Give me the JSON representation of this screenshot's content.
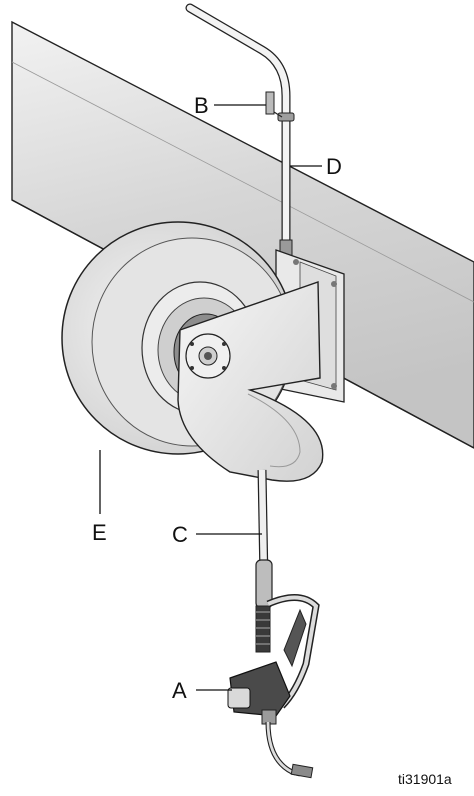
{
  "figure": {
    "id": "ti31901a",
    "callouts": {
      "a": "A",
      "b": "B",
      "c": "C",
      "d": "D",
      "e": "E"
    }
  },
  "colors": {
    "outline": "#222222",
    "beam": "#dcdcdc",
    "reel_face": "#e6e6e6",
    "metal": "#bdbdbd",
    "dark": "#3a3a3a"
  }
}
